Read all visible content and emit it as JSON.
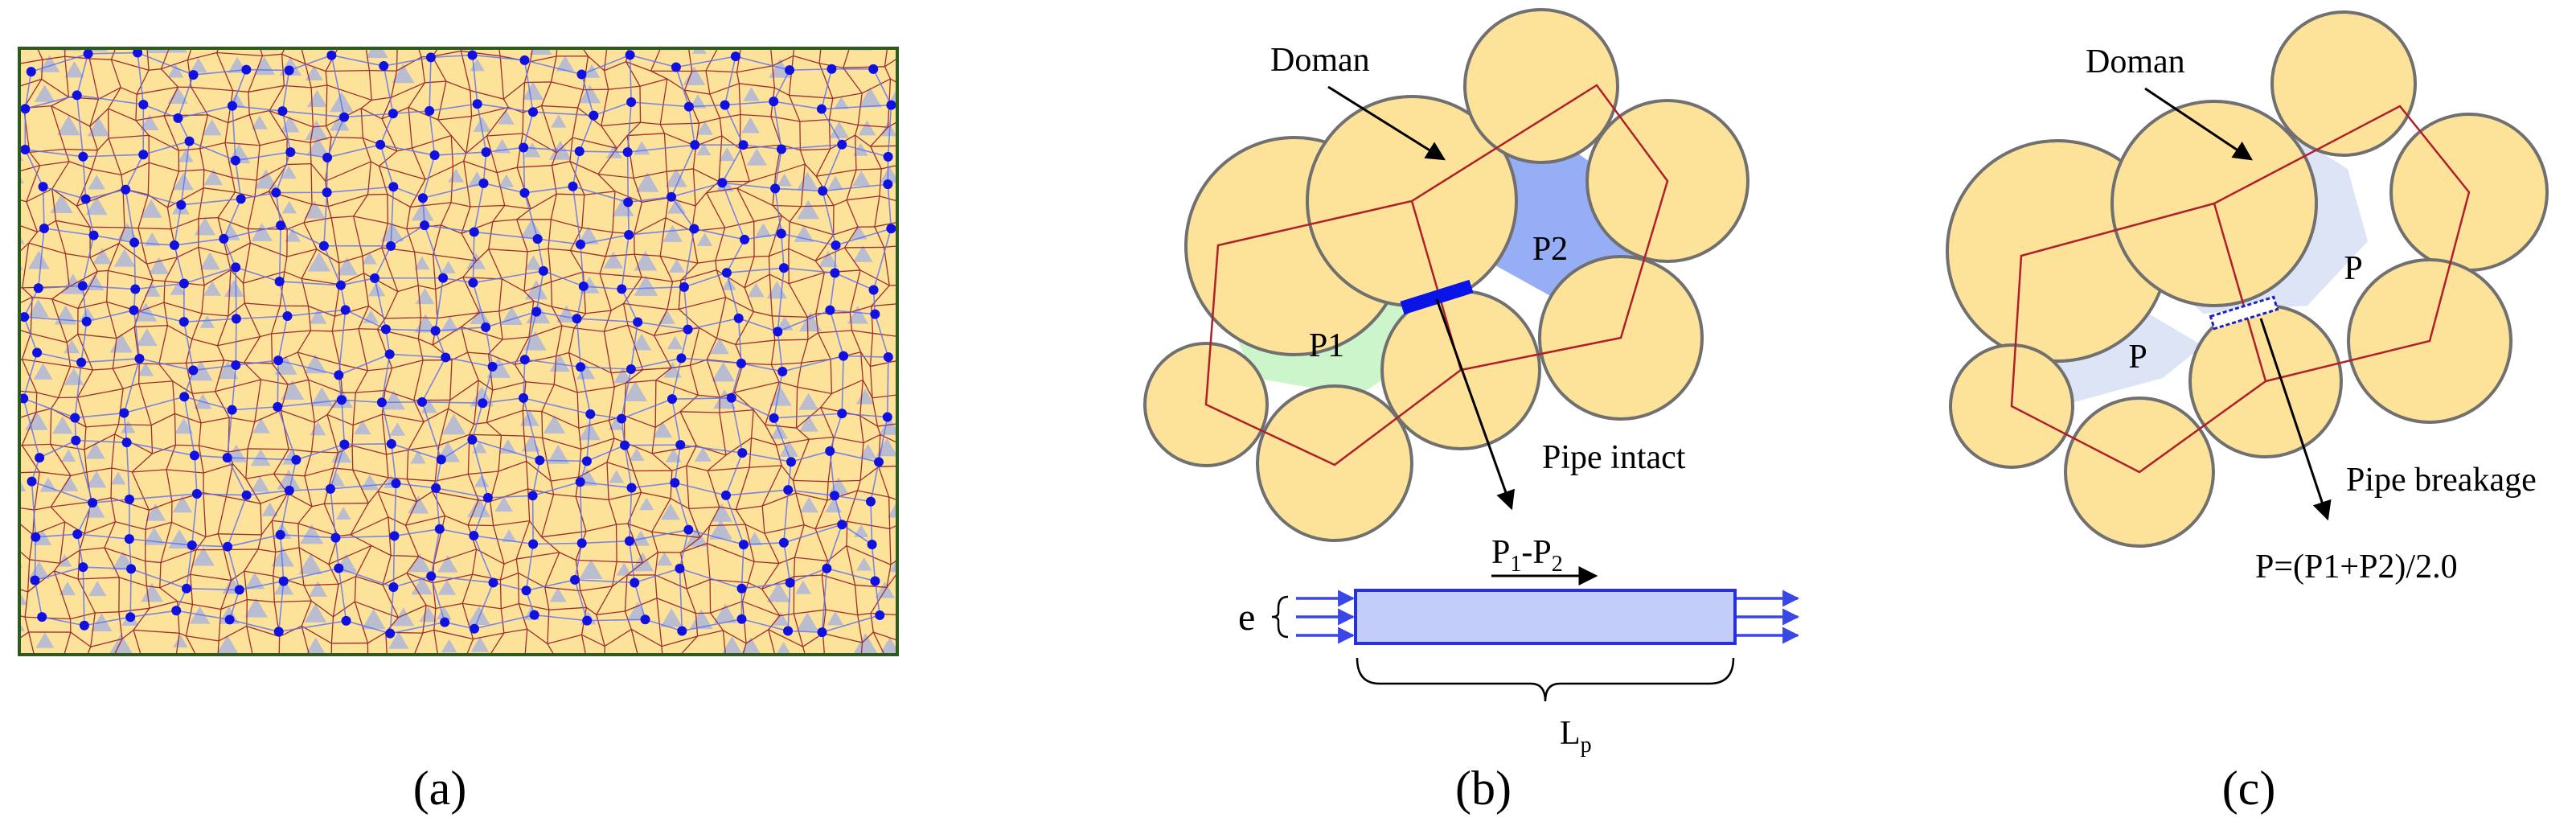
{
  "panel_a": {
    "caption": "(a)",
    "colors": {
      "particle": "#fde29a",
      "border": "#2f5a1f",
      "domain_edge": "#a02d2d",
      "pipe": "#5b6ff0",
      "pore_node": "#1010e0",
      "pore_shadow": "#a8b4dc"
    }
  },
  "panel_b": {
    "caption": "(b)",
    "domain_label": "Doman",
    "p1_label": "P1",
    "p2_label": "P2",
    "pipe_label": "Pipe intact",
    "pressure_drop": {
      "p": "P",
      "sub1": "1",
      "dash": "-P",
      "sub2": "2"
    },
    "aperture_label": "e",
    "length_label": {
      "base": "L",
      "sub": "p"
    },
    "colors": {
      "p1_fill": "#ccf5cc",
      "p2_fill": "#96aef5",
      "pipe": "#0a14e6",
      "pipe_rect": "#c3cdfa",
      "arrow": "#3a46e6"
    }
  },
  "panel_c": {
    "caption": "(c)",
    "domain_label": "Doman",
    "p_left_label": "P",
    "p_right_label": "P",
    "pipe_label": "Pipe breakage",
    "formula": "P=(P1+P2)/2.0",
    "colors": {
      "pore_fill": "#dde4f5",
      "broken_pipe": "#1a22c8"
    }
  }
}
